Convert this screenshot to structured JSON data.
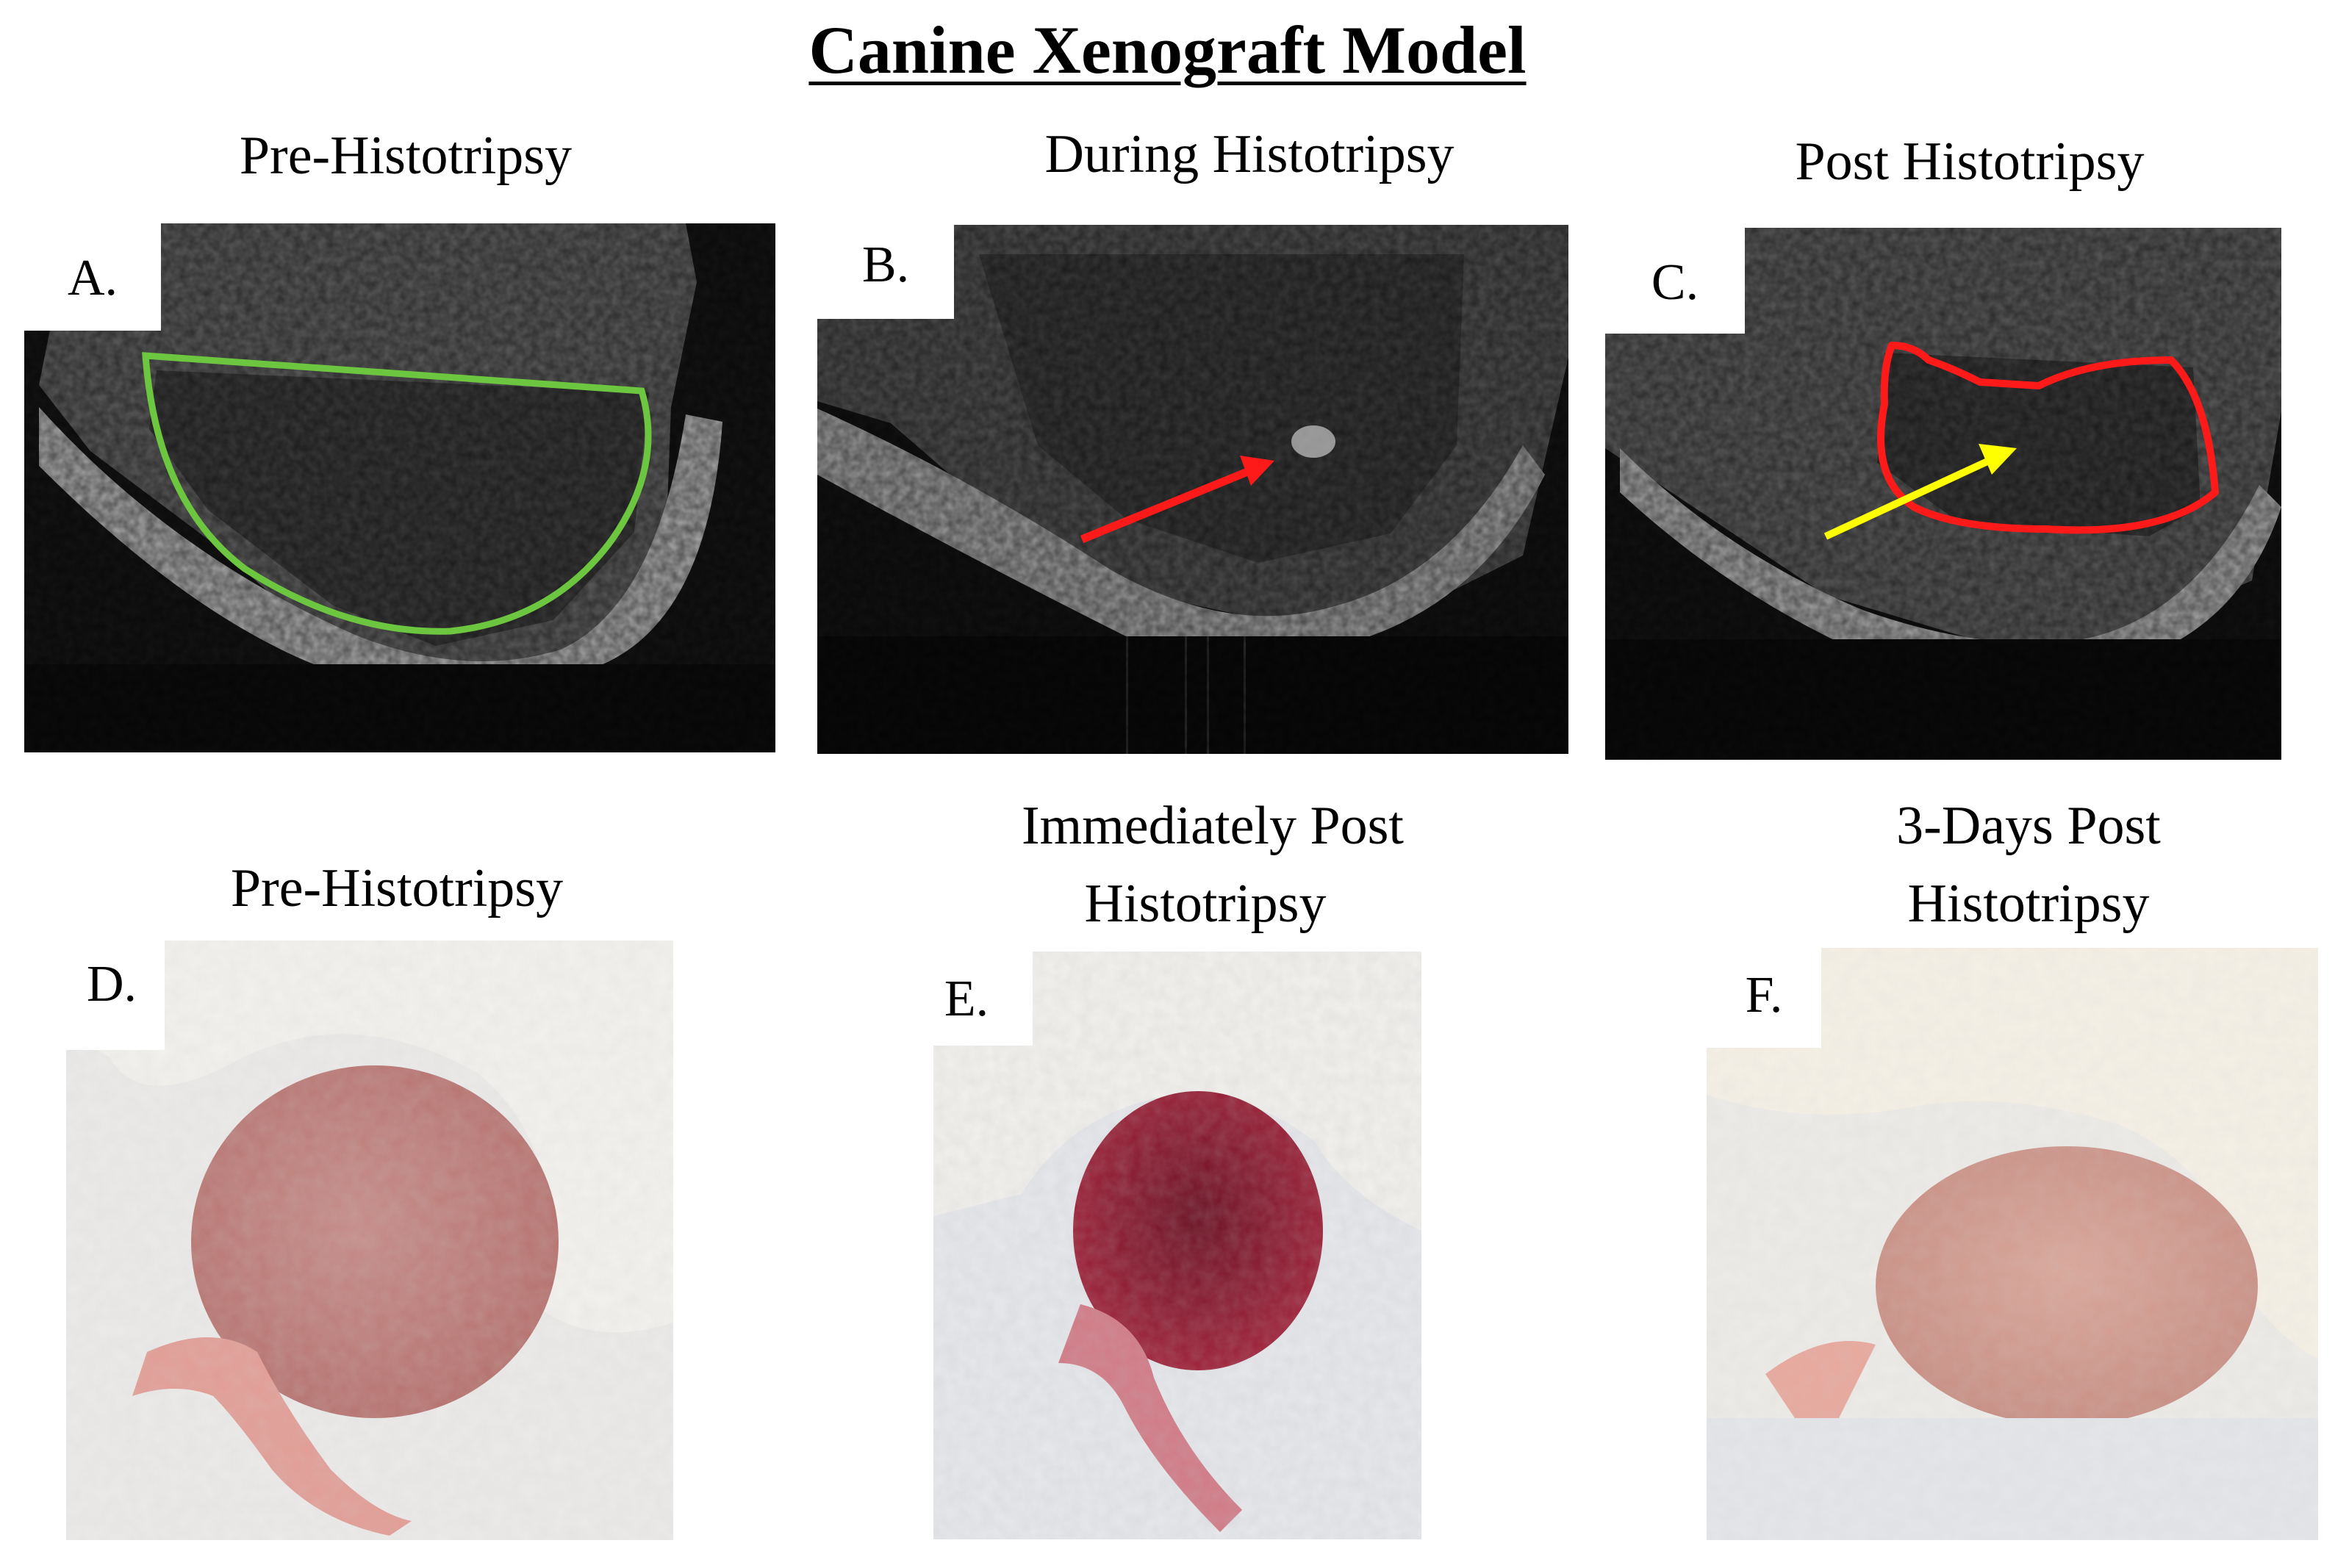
{
  "figure": {
    "title": "Canine Xenograft Model",
    "captions": {
      "a": "Pre-Histotripsy",
      "b": "During Histotripsy",
      "c": "Post Histotripsy",
      "d": "Pre-Histotripsy",
      "e_line1": "Immediately Post",
      "e_line2": "Histotripsy",
      "f_line1": "3-Days Post",
      "f_line2": "Histotripsy"
    },
    "labels": {
      "a": "A.",
      "b": "B.",
      "c": "C.",
      "d": "D.",
      "e": "E.",
      "f": "F."
    },
    "colors": {
      "outline_a": "#6cc640",
      "arrow_b": "#ff1a1a",
      "outline_c": "#ff1a1a",
      "arrow_c": "#ffff00"
    }
  }
}
